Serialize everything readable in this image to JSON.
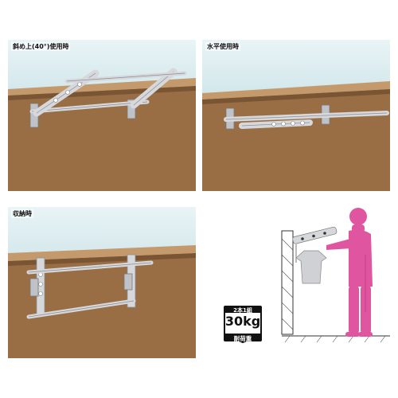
{
  "panels": {
    "tilted": {
      "label": "斜め上(40°)使用時"
    },
    "horizontal": {
      "label": "水平使用時"
    },
    "storage": {
      "label": "収納時"
    }
  },
  "badge": {
    "line1": "2本1組",
    "weight": "30kg",
    "line3": "耐荷重"
  },
  "colors": {
    "sky": "#a9cfd6",
    "wall": "#9a6e45",
    "metal": "#c9ccd0",
    "person": "#e0559f"
  }
}
